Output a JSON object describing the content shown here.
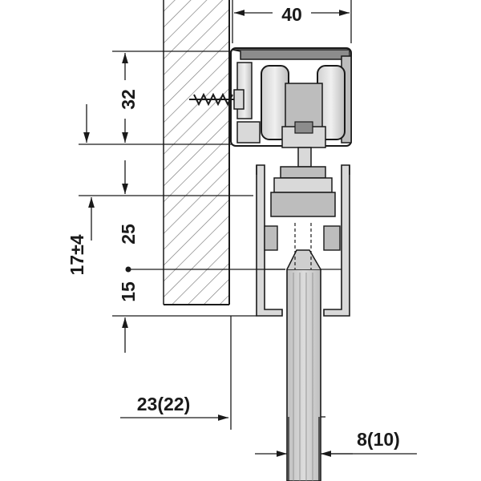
{
  "drawing": {
    "dimensions": {
      "top_width": "40",
      "track_height": "32",
      "upper_gap": "25",
      "door_offset": "15",
      "adjustment": "17±4",
      "wall_distance": "23(22)",
      "door_thickness": "8(10)"
    },
    "colors": {
      "line": "#1a1a1a",
      "metal_light": "#d9d9d9",
      "metal_mid": "#bdbdbd",
      "metal_dark": "#8c8c8c",
      "door_fill": "#d0d0d0",
      "hatch": "#777777"
    }
  }
}
